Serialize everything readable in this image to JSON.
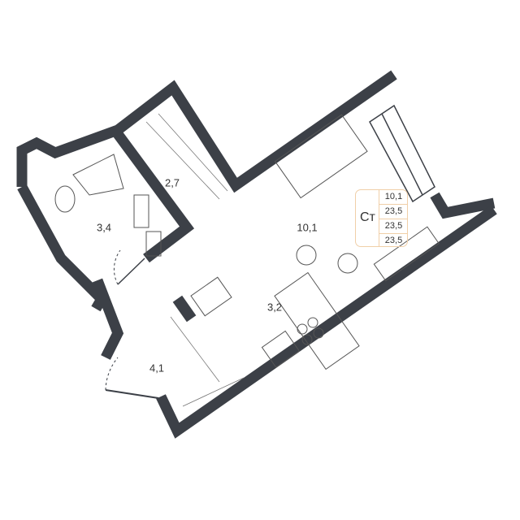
{
  "rooms": [
    {
      "id": "storage",
      "area": "2,7"
    },
    {
      "id": "bathroom",
      "area": "3,4"
    },
    {
      "id": "living",
      "area": "10,1"
    },
    {
      "id": "kitchen",
      "area": "3,2"
    },
    {
      "id": "hall",
      "area": "4,1"
    }
  ],
  "legend": {
    "type": "Ст",
    "values": [
      "10,1",
      "23,5",
      "23,5",
      "23,5"
    ]
  },
  "colors": {
    "wall": "#3c4047",
    "accent": "#f0cfa8"
  }
}
